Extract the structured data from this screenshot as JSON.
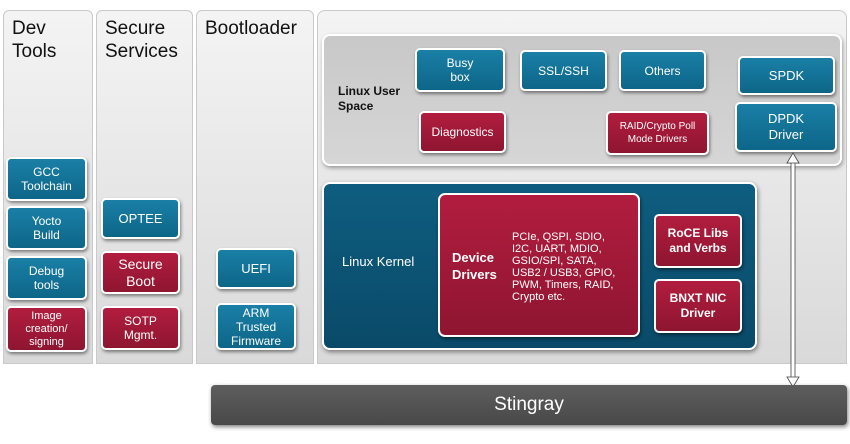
{
  "columns": {
    "dev_tools": {
      "title": "Dev\nTools"
    },
    "secure_services": {
      "title": "Secure\nServices"
    },
    "bootloader": {
      "title": "Bootloader"
    }
  },
  "dev_tools_items": [
    "GCC\nToolchain",
    "Yocto\nBuild",
    "Debug\ntools",
    "Image\ncreation/\nsigning"
  ],
  "secure_items": [
    "OPTEE",
    "Secure\nBoot",
    "SOTP\nMgmt."
  ],
  "bootloader_items": [
    "UEFI",
    "ARM\nTrusted\nFirmware"
  ],
  "user_space": {
    "label": "Linux User\nSpace",
    "busybox": "Busy\nbox",
    "ssl": "SSL/SSH",
    "others": "Others",
    "spdk": "SPDK",
    "diagnostics": "Diagnostics",
    "raid_crypto": "RAID/Crypto  Poll\nMode Drivers",
    "dpdk": "DPDK\nDriver"
  },
  "kernel": {
    "label": "Linux Kernel",
    "device_drivers_title": "Device\nDrivers",
    "device_drivers_list": "PCIe, QSPI, SDIO,\nI2C, UART, MDIO,\nGSIO/SPI, SATA,\nUSB2 / USB3, GPIO,\nPWM, Timers, RAID,\nCrypto etc.",
    "roce": "RoCE Libs\nand Verbs",
    "bnxt": "BNXT NIC\nDriver"
  },
  "platform": {
    "label": "Stingray"
  },
  "colors": {
    "teal": "#0f6f94",
    "crimson": "#9e1a37",
    "kernel_dark": "#0b4f6e",
    "bar": "#505050"
  }
}
